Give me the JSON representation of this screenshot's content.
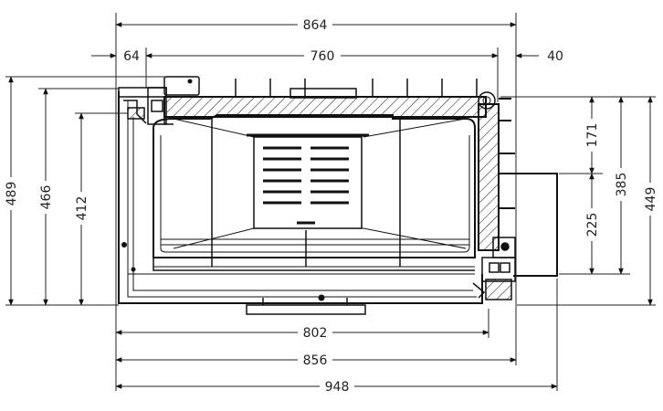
{
  "dimensions": {
    "top": {
      "overall": "864",
      "left_offset": "64",
      "inner": "760",
      "right_offset": "40"
    },
    "bottom": {
      "d802": "802",
      "d856": "856",
      "d948": "948"
    },
    "left": {
      "d489": "489",
      "d466": "466",
      "d412": "412"
    },
    "right": {
      "d171": "171",
      "d225": "225",
      "d385": "385",
      "d449": "449"
    }
  },
  "colors": {
    "line": "#111111",
    "dim_line": "#222222",
    "background": "#ffffff"
  }
}
